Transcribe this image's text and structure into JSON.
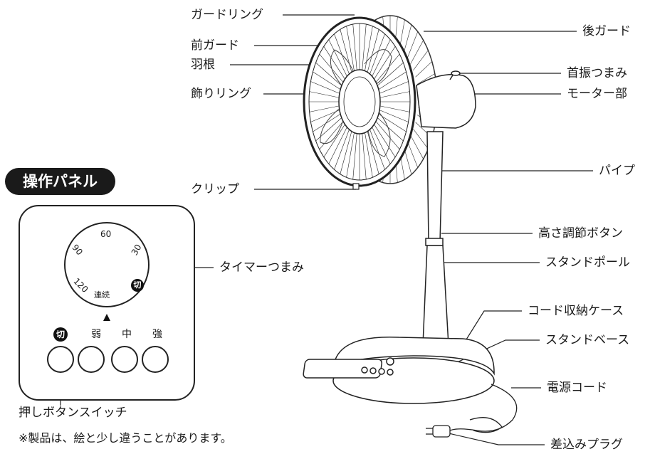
{
  "labels": {
    "guard_ring": "ガードリング",
    "front_guard": "前ガード",
    "blade": "羽根",
    "deco_ring": "飾りリング",
    "rear_guard": "後ガード",
    "swing_knob": "首振つまみ",
    "motor": "モーター部",
    "clip": "クリップ",
    "pipe": "パイプ",
    "height_button": "高さ調節ボタン",
    "timer_knob": "タイマーつまみ",
    "stand_pole": "スタンドポール",
    "cord_case": "コード収納ケース",
    "stand_base": "スタンドベース",
    "power_cord": "電源コード",
    "push_switch": "押しボタンスイッチ",
    "plug": "差込みプラグ"
  },
  "panel": {
    "title": "操作パネル",
    "dial": {
      "t60": "60",
      "t90": "90",
      "t30": "30",
      "t120": "120",
      "continuous": "連続",
      "off": "切"
    },
    "buttons": {
      "off": "切",
      "weak": "弱",
      "mid": "中",
      "strong": "強"
    }
  },
  "footnote": "※製品は、絵と少し違うことがあります。"
}
